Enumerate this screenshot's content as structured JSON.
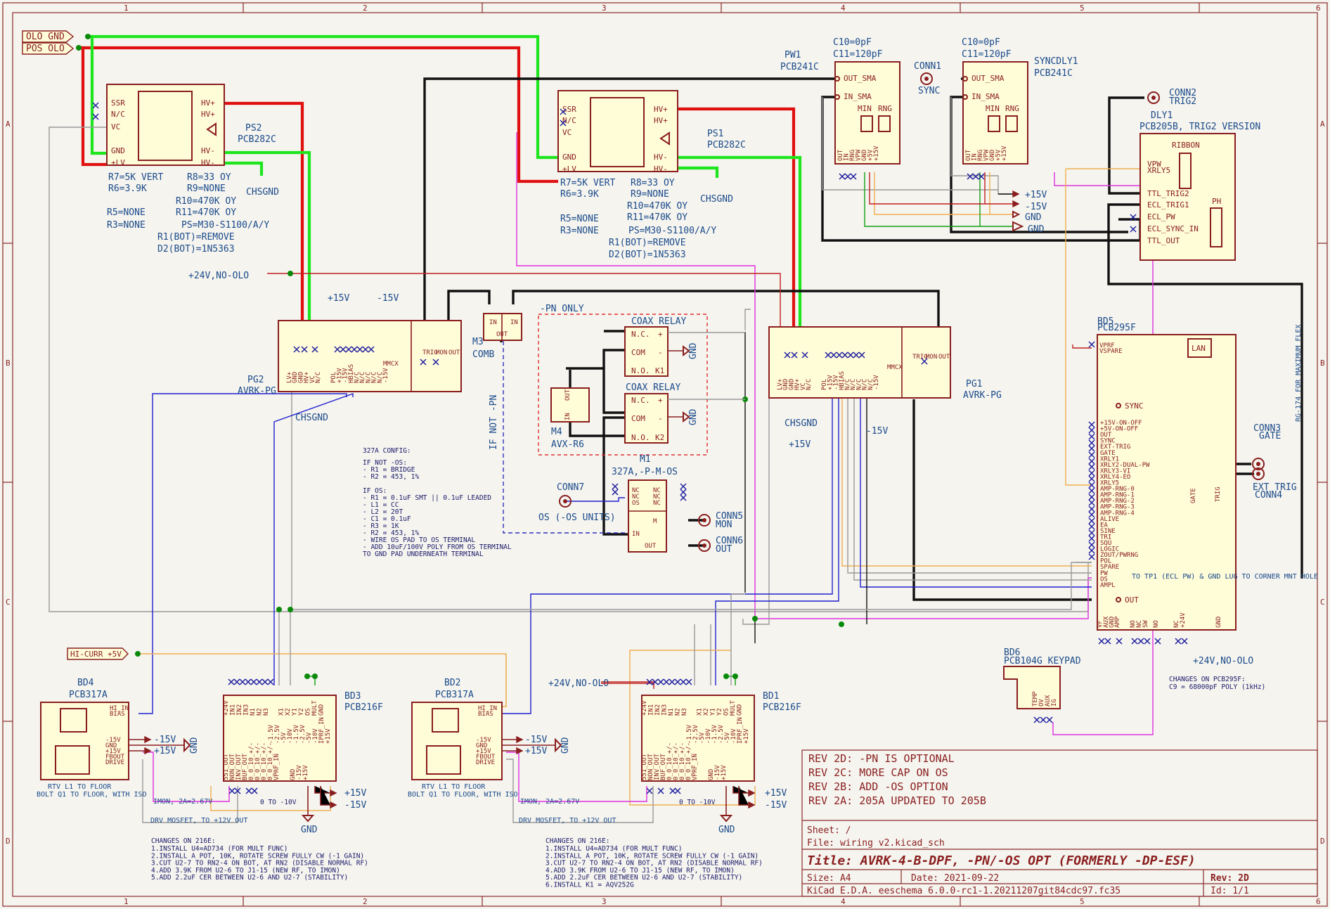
{
  "grid": {
    "cols": [
      "1",
      "2",
      "3",
      "4",
      "5",
      "6"
    ],
    "rows": [
      "A",
      "B",
      "C",
      "D"
    ]
  },
  "hier_labels": {
    "olo_gnd": "OLO GND",
    "pos_olo": "POS OLO",
    "hi_curr": "HI-CURR +5V"
  },
  "net_labels": {
    "plus24_a": "+24V,NO-OLO",
    "plus24_b": "+24V,NO-OLO",
    "plus24_c": "+24V,NO-OLO",
    "chsgnd": "CHSGND",
    "gnd": "GND",
    "p15": "+15V",
    "m15": "-15V",
    "rg174": "RG-174 FOR MAXIMUM FLEX",
    "tp1": "TO TP1 (ECL PW) & GND LUG TO CORNER MNT HOLE",
    "if_not_pn": "IF NOT -PN",
    "pn_only": "-PN ONLY",
    "os_units": "OS (-OS UNITS)",
    "imon": "IMON, 2A=2.67V",
    "drv": "DRV MOSFET, TO +12V OUT",
    "range": "0 TO -10V",
    "rtv": "RTV L1 TO FLOOR",
    "bolt": "BOLT Q1 TO FLOOR, WITH ISO"
  },
  "components": {
    "ps2": {
      "ref": "PS2",
      "value": "PCB282C",
      "pins_l": [
        "SSR",
        "N/C",
        "VC",
        "GND",
        "+LV"
      ],
      "pins_r": [
        "HV+",
        "HV+",
        "HV-",
        "HV-"
      ],
      "notes": [
        "R7=5K VERT",
        "R6=3.9K",
        "R8=33 OY",
        "R9=NONE",
        "R10=470K OY",
        "R11=470K OY",
        "R5=NONE",
        "R3=NONE",
        "PS=M30-S1100/A/Y",
        "R1(BOT)=REMOVE",
        "D2(BOT)=1N5363"
      ]
    },
    "ps1": {
      "ref": "PS1",
      "value": "PCB282C",
      "pins_l": [
        "SSR",
        "N/C",
        "VC",
        "GND",
        "+LV"
      ],
      "pins_r": [
        "HV+",
        "HV+",
        "HV-",
        "HV-"
      ],
      "notes": [
        "R7=5K VERT",
        "R6=3.9K",
        "R8=33 OY",
        "R9=NONE",
        "R10=470K OY",
        "R11=470K OY",
        "R5=NONE",
        "R3=NONE",
        "PS=M30-S1100/A/Y",
        "R1(BOT)=REMOVE",
        "D2(BOT)=1N5363"
      ]
    },
    "pw1": {
      "ref": "PW1",
      "value": "PCB241C",
      "c10": "C10=0pF",
      "c11": "C11=120pF",
      "pins": [
        "OUT_SMA",
        "IN_SMA",
        "MIN",
        "RNG"
      ],
      "bot": [
        "OUT",
        "IN",
        "RNG",
        "VPW",
        "GND",
        "+5V",
        "+15V"
      ]
    },
    "syncdly1": {
      "ref": "SYNCDLY1",
      "value": "PCB241C",
      "c10": "C10=0pF",
      "c11": "C11=120pF",
      "pins": [
        "OUT_SMA",
        "IN_SMA",
        "MIN",
        "RNG"
      ],
      "bot": [
        "OUT",
        "IN",
        "RNG",
        "VPW",
        "GND",
        "+5V",
        "+15V"
      ]
    },
    "conn1": {
      "ref": "CONN1",
      "value": "SYNC"
    },
    "conn2": {
      "ref": "CONN2",
      "value": "TRIG2"
    },
    "dly1": {
      "ref": "DLY1",
      "value": "PCB205B, TRIG2 VERSION",
      "pins": [
        "VPW",
        "XRLY5",
        "TTL_TRIG2",
        "ECL_TRIG1",
        "ECL_PW",
        "ECL_SYNC_IN",
        "TTL_OUT"
      ],
      "blocks": [
        "RIBBON",
        "PH"
      ]
    },
    "pg2": {
      "ref": "PG2",
      "value": "AVRK-PG",
      "pins": [
        "LV+",
        "GND",
        "GND",
        "HV+",
        "VC",
        "N/C",
        "POL",
        "+15V",
        "-15V",
        "HBIAS",
        "N/C",
        "N/C",
        "N/C",
        "N/C",
        "N/C",
        "-15V",
        "MMCX"
      ],
      "side": [
        "TRIG",
        "MON",
        "OUT"
      ]
    },
    "pg1": {
      "ref": "PG1",
      "value": "AVRK-PG",
      "pins": [
        "LV+",
        "GND",
        "GND",
        "HV+",
        "VC",
        "N/C",
        "POL",
        "+15V",
        "-15V",
        "HBIAS",
        "N/C",
        "N/C",
        "N/C",
        "N/C",
        "N/C",
        "-15V",
        "MMCX"
      ],
      "side": [
        "TRIG",
        "MON",
        "OUT"
      ]
    },
    "m3": {
      "ref": "M3",
      "value": "COMB",
      "pins": [
        "IN",
        "OUT",
        "IN"
      ]
    },
    "k1": {
      "label": "COAX RELAY",
      "pins": [
        "N.C.",
        "COM",
        "N.O.",
        "+",
        "-",
        "K1"
      ]
    },
    "k2": {
      "label": "COAX RELAY",
      "pins": [
        "N.C.",
        "COM",
        "N.O.",
        "+",
        "-",
        "K2"
      ]
    },
    "m4": {
      "ref": "M4",
      "value": "AVX-R6",
      "pins": [
        "OUT",
        "IN"
      ]
    },
    "m1": {
      "ref": "M1",
      "value": "327A,-P-M-OS",
      "pins": [
        "NC",
        "NC",
        "OS",
        "IN",
        "NC",
        "NC",
        "NC",
        "M",
        "OUT"
      ]
    },
    "conn7": {
      "ref": "CONN7"
    },
    "conn5": {
      "ref": "CONN5",
      "value": "MON"
    },
    "conn6": {
      "ref": "CONN6",
      "value": "OUT"
    },
    "conn3": {
      "ref": "CONN3",
      "value": "GATE"
    },
    "conn4": {
      "ref": "CONN4",
      "value": "EXT TRIG"
    },
    "bd5": {
      "ref": "BD5",
      "value": "PCB295F",
      "label": "LAN",
      "pins": [
        "+15V-ON-OFF",
        "+5V-ON-OFF",
        "OUT",
        "SYNC",
        "EXT-TRIG",
        "GATE",
        "XRLY1",
        "XRLY2-DUAL-PW",
        "XRLY3-VI",
        "XRLY4-EO",
        "XRLY5",
        "AMP-RNG-0",
        "AMP-RNG-1",
        "AMP-RNG-2",
        "AMP-RNG-3",
        "AMP-RNG-4",
        "ALIVE",
        "EA",
        "SINE",
        "TRI",
        "SQU",
        "LOGIC",
        "ZOUT/PWRNG",
        "POL",
        "SPARE",
        "PW",
        "OS",
        "AMPL"
      ],
      "top": [
        "VPRF",
        "VSPARE"
      ],
      "bot": [
        "VF",
        "AUX",
        "GND",
        "AMP",
        "NO",
        "NC",
        "SW",
        "NO",
        "NC",
        "+24V",
        "GND"
      ],
      "side": [
        "SYNC",
        "OUT",
        "GATE",
        "TRIG"
      ]
    },
    "bd6": {
      "ref": "BD6",
      "value": "PCB104G KEYPAD",
      "pins": [
        "TEMP",
        "OV",
        "AUX",
        "IG"
      ]
    },
    "bd4": {
      "ref": "BD4",
      "value": "PCB317A",
      "pins": [
        "HI_IN",
        "BIAS",
        "-15V",
        "GND",
        "+15V",
        "FBOUT",
        "DRIVE"
      ]
    },
    "bd2": {
      "ref": "BD2",
      "value": "PCB317A",
      "pins": [
        "HI_IN",
        "BIAS",
        "-15V",
        "GND",
        "+15V",
        "FBOUT",
        "DRIVE"
      ]
    },
    "bd3": {
      "ref": "BD3",
      "value": "PCB216F",
      "top": [
        "+24V",
        "IN1",
        "IN2",
        "IN3",
        "N1",
        "N2",
        "N3",
        "X1",
        "X2",
        "Y1",
        "Y2",
        "OS",
        "MULT",
        "GND"
      ],
      "mid": [
        "-1.5V",
        "-2.5V",
        "-5V",
        "-10V",
        "-1.5V",
        "-2.5V",
        "-5V",
        "-10V",
        "IPRF_IN",
        "+15V"
      ],
      "bot": [
        "551_OUT",
        "NON_OUT",
        "INV_OUT",
        "BUF_OUT",
        "0_0_10_+/-",
        "0_0_10_+/-",
        "0_0_10_+/-",
        "0_0_10_+/-",
        "VPRF_IN",
        "GND",
        "-15V",
        "+15V"
      ]
    },
    "bd1": {
      "ref": "BD1",
      "value": "PCB216F"
    }
  },
  "config_327a": {
    "title": "327A CONFIG:",
    "lines": [
      "IF NOT -OS:",
      "- R1 = BRIDGE",
      "- R2 = 453, 1%",
      "",
      "IF OS:",
      "- R1 = 0.1uF SMT || 0.1uF LEADED",
      "- L1 = CC",
      "- L2 = 20T",
      "- C1 = 0.1uF",
      "- R3 = 1K",
      "- R2 = 453, 1%",
      "- WIRE OS PAD TO OS TERMINAL",
      "- ADD 10uF/100V POLY FROM OS TERMINAL",
      "  TO GND PAD UNDERNEATH TERMINAL"
    ]
  },
  "changes_216e_a": {
    "title": "CHANGES ON 216E:",
    "lines": [
      "1.INSTALL U4=AD734 (FOR MULT FUNC)",
      "2.INSTALL A POT, 10K, ROTATE SCREW FULLY CW (-1 GAIN)",
      "3.CUT U2-7 TO RN2-4 ON BOT, AT RN2 (DISABLE NORMAL RF)",
      "4.ADD 3.9K FROM U2-6 TO J1-15 (NEW RF, TO IMON)",
      "5.ADD 2.2uF CER BETWEEN U2-6 AND U2-7 (STABILITY)"
    ]
  },
  "changes_216e_b": {
    "title": "CHANGES ON 216E:",
    "lines": [
      "1.INSTALL U4=AD734 (FOR MULT FUNC)",
      "2.INSTALL A POT, 10K, ROTATE SCREW FULLY CW (-1 GAIN)",
      "3.CUT U2-7 TO RN2-4 ON BOT, AT RN2 (DISABLE NORMAL RF)",
      "4.ADD 3.9K FROM U2-6 TO J1-15 (NEW RF, TO IMON)",
      "5.ADD 2.2uF CER BETWEEN U2-6 AND U2-7 (STABILITY)",
      "6.INSTALL K1 = AQV252G"
    ]
  },
  "changes_295f": {
    "title": "CHANGES ON PCB295F:",
    "line": "C9 = 68000pF POLY (1kHz)"
  },
  "revisions": [
    "REV 2D: -PN IS OPTIONAL",
    "REV 2C: MORE CAP ON OS",
    "REV 2B: ADD -OS OPTION",
    "REV 2A: 205A UPDATED TO 205B"
  ],
  "title_block": {
    "sheet": "Sheet: /",
    "file": "File: wiring v2.kicad_sch",
    "title": "Title: AVRK-4-B-DPF, -PN/-OS OPT (FORMERLY -DP-ESF)",
    "size": "Size: A4",
    "date": "Date: 2021-09-22",
    "rev": "Rev: 2D",
    "tool": "KiCad E.D.A.  eeschema 6.0.0-rc1-1.20211207git84cdc97.fc35",
    "id": "Id: 1/1"
  }
}
